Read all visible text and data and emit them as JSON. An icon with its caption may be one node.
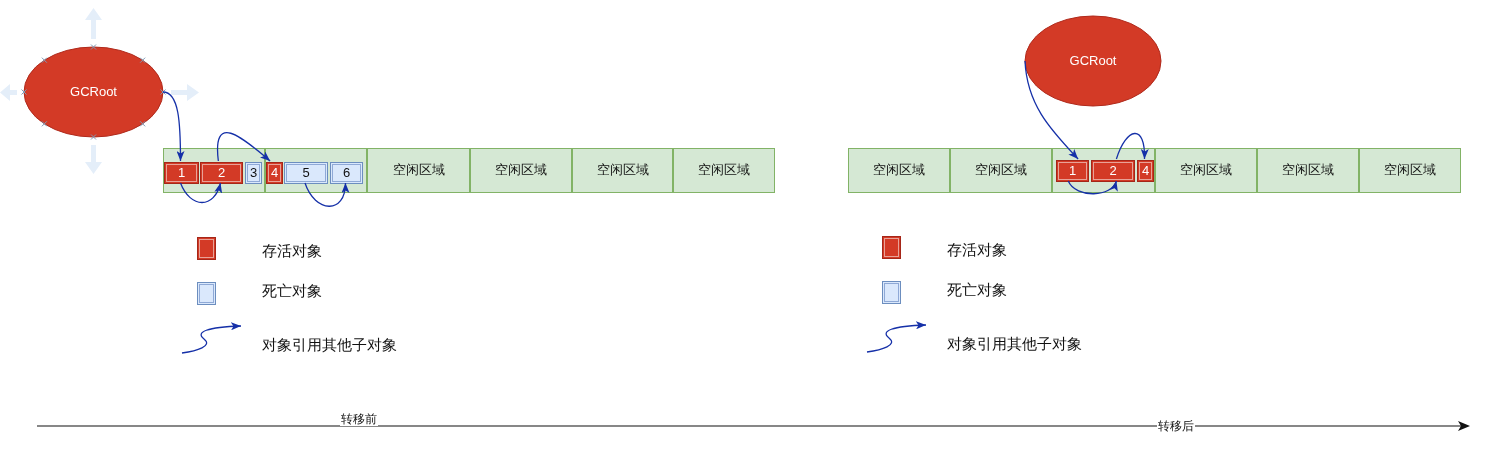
{
  "diagram": {
    "nodes": [
      {
        "text": [
          "GCRoot"
        ]
      },
      {
        "text": [],
        "shape": "box"
      },
      {
        "text": [
          "1"
        ],
        "in": 1
      },
      {
        "text": [
          "2"
        ],
        "in": 1
      },
      {
        "text": [
          "3"
        ],
        "in": 1
      },
      {
        "text": [],
        "shape": "box"
      },
      {
        "text": [
          "4"
        ],
        "in": 5
      },
      {
        "text": [
          "5"
        ],
        "in": 5
      },
      {
        "text": [
          "6"
        ],
        "in": 5
      },
      {
        "text": [
          "空闲区域"
        ]
      },
      {
        "text": [
          "空闲区域"
        ]
      },
      {
        "text": [
          "空闲区域"
        ]
      },
      {
        "text": [
          "空闲区域"
        ]
      },
      {
        "text": [
          "GCRoot"
        ]
      },
      {
        "text": [
          "空闲区域"
        ]
      },
      {
        "text": [
          "空闲区域"
        ]
      },
      {
        "text": [],
        "shape": "box"
      },
      {
        "text": [
          "1"
        ],
        "in": 16
      },
      {
        "text": [
          "2"
        ],
        "in": 16
      },
      {
        "text": [
          "4"
        ],
        "in": 16
      },
      {
        "text": [
          "空闲区域"
        ]
      },
      {
        "text": [
          "空闲区域"
        ]
      },
      {
        "text": [
          "空闲区域"
        ]
      }
    ],
    "edges": [
      {
        "from": 0,
        "to": 2,
        "arrow": "to"
      },
      {
        "from": 2,
        "to": 3,
        "arrow": "to"
      },
      {
        "from": 3,
        "to": 6,
        "arrow": "to"
      },
      {
        "from": 7,
        "to": 8,
        "arrow": "to"
      },
      {
        "from": 13,
        "to": 17,
        "arrow": "to"
      },
      {
        "from": 17,
        "to": 18,
        "arrow": "to"
      },
      {
        "from": 18,
        "to": 19,
        "arrow": "to"
      }
    ],
    "labels": [
      "转移前",
      "转移后"
    ],
    "legend": [
      {
        "text": "存活对象",
        "color": "#d33a26"
      },
      {
        "text": "死亡对象",
        "color": "#dae8fc"
      },
      {
        "text": "对象引用其他子对象"
      },
      {
        "text": "存活对象",
        "color": "#d33a26"
      },
      {
        "text": "死亡对象",
        "color": "#dae8fc"
      },
      {
        "text": "对象引用其他子对象"
      }
    ]
  }
}
